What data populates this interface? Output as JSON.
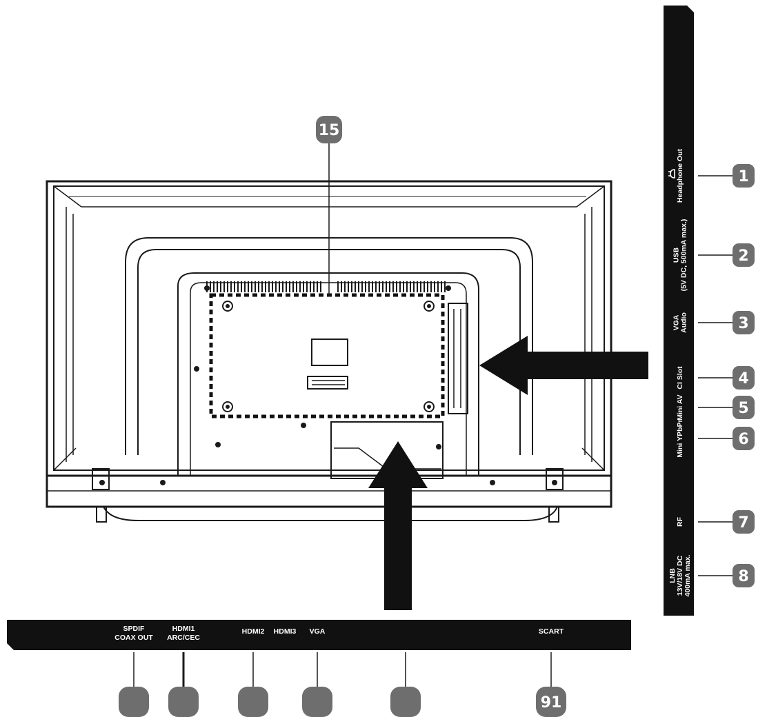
{
  "colors": {
    "panel": "#111111",
    "badge": "#6e6e6e",
    "stroke": "#1a1a1a",
    "background": "#ffffff"
  },
  "icons": {
    "headphone": "headphone-icon",
    "arrow": "arrow-icon"
  },
  "top_callout": {
    "number": "15"
  },
  "side_panel": {
    "ports": [
      {
        "number": "1",
        "lines": [
          "Headphone Out"
        ]
      },
      {
        "number": "2",
        "lines": [
          "USB",
          "(5V DC, 500mA max.)"
        ]
      },
      {
        "number": "3",
        "lines": [
          "VGA",
          "Audio"
        ]
      },
      {
        "number": "4",
        "lines": [
          "CI Slot"
        ]
      },
      {
        "number": "5",
        "lines": [
          "Mini AV"
        ]
      },
      {
        "number": "6",
        "lines": [
          "Mini YPbPr"
        ]
      },
      {
        "number": "7",
        "lines": [
          "RF"
        ]
      },
      {
        "number": "8",
        "lines": [
          "LNB",
          "13V/18V DC",
          "400mA max."
        ]
      }
    ]
  },
  "bottom_panel": {
    "ports": [
      {
        "lines": [
          "SPDIF",
          "COAX OUT"
        ],
        "number": ""
      },
      {
        "lines": [
          "HDMI1",
          "ARC/CEC"
        ],
        "number": ""
      },
      {
        "lines": [
          "HDMI2"
        ],
        "number": ""
      },
      {
        "lines": [
          "HDMI3"
        ],
        "number": ""
      },
      {
        "lines": [
          "VGA"
        ],
        "number": ""
      },
      {
        "lines": [
          ""
        ],
        "number": ""
      },
      {
        "lines": [
          "SCART"
        ],
        "number": "91"
      }
    ]
  }
}
